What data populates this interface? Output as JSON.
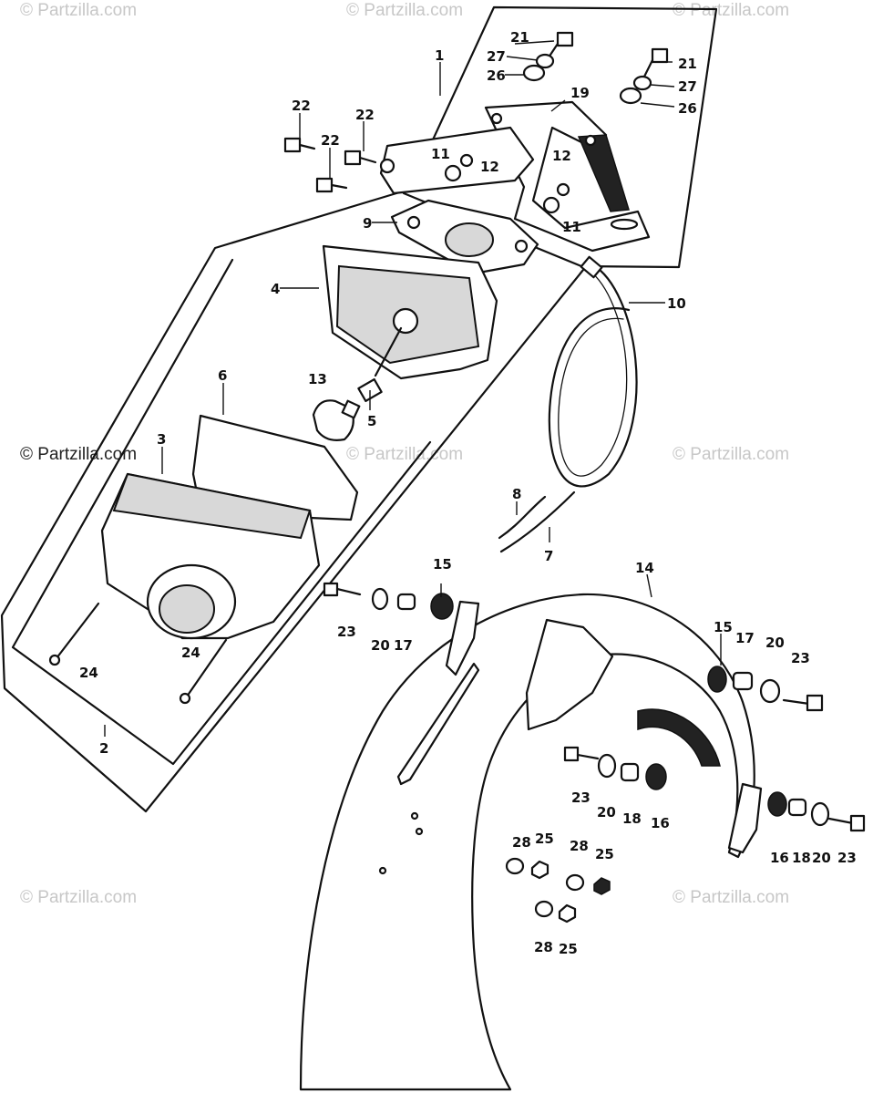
{
  "watermark": {
    "text": "© Partzilla.com"
  },
  "callouts": {
    "c1": "1",
    "c2": "2",
    "c3": "3",
    "c4": "4",
    "c5": "5",
    "c6": "6",
    "c7": "7",
    "c8": "8",
    "c9": "9",
    "c10": "10",
    "c11a": "11",
    "c11b": "11",
    "c12a": "12",
    "c12b": "12",
    "c13": "13",
    "c14": "14",
    "c15a": "15",
    "c15b": "15",
    "c16a": "16",
    "c16b": "16",
    "c17a": "17",
    "c17b": "17",
    "c18a": "18",
    "c18b": "18",
    "c19": "19",
    "c20a": "20",
    "c20b": "20",
    "c20c": "20",
    "c20d": "20",
    "c21a": "21",
    "c21b": "21",
    "c22a": "22",
    "c22b": "22",
    "c22c": "22",
    "c23a": "23",
    "c23b": "23",
    "c23c": "23",
    "c23d": "23",
    "c24a": "24",
    "c24b": "24",
    "c25a": "25",
    "c25b": "25",
    "c25c": "25",
    "c26a": "26",
    "c26b": "26",
    "c27a": "27",
    "c27b": "27",
    "c28a": "28",
    "c28b": "28",
    "c28c": "28"
  },
  "parts": {
    "taillight_lens": "tail-light-lens",
    "rear_fender": "rear-fender",
    "license_bracket": "license-plate-bracket",
    "wire_harness": "wire-harness-coil",
    "bulb": "tail-bulb"
  }
}
